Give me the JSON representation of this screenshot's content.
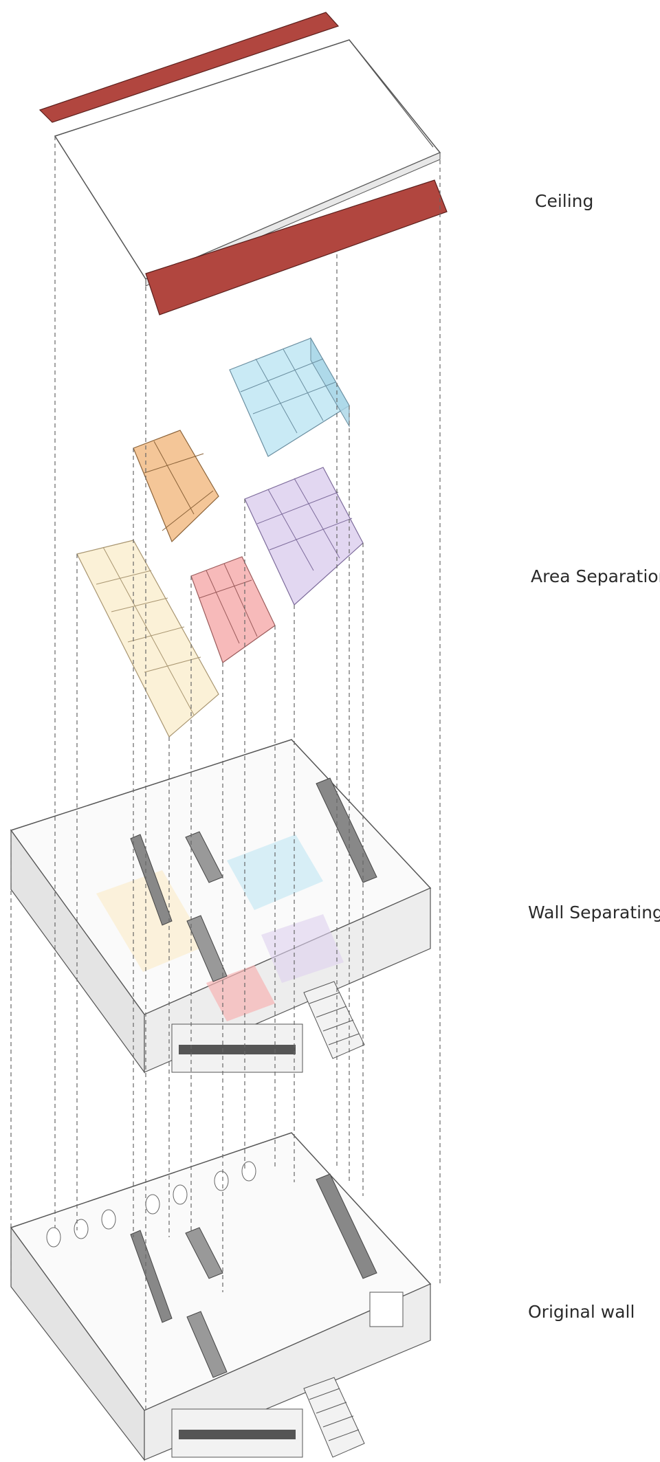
{
  "layers": [
    {
      "id": "ceiling",
      "label": "Ceiling"
    },
    {
      "id": "area-separation",
      "label": "Area Separation"
    },
    {
      "id": "wall-separating",
      "label": "Wall Separating"
    },
    {
      "id": "original-wall",
      "label": "Original wall"
    }
  ],
  "colors": {
    "ceiling_beam": "#b1463f",
    "blue_zone": "#bfe6f3",
    "orange_zone": "#f3c08d",
    "purple_zone": "#ddd0ef",
    "red_zone": "#f6b3b3",
    "yellow_zone": "#fbefd3",
    "line": "#555555",
    "wall_fill": "#e9e9e9"
  }
}
